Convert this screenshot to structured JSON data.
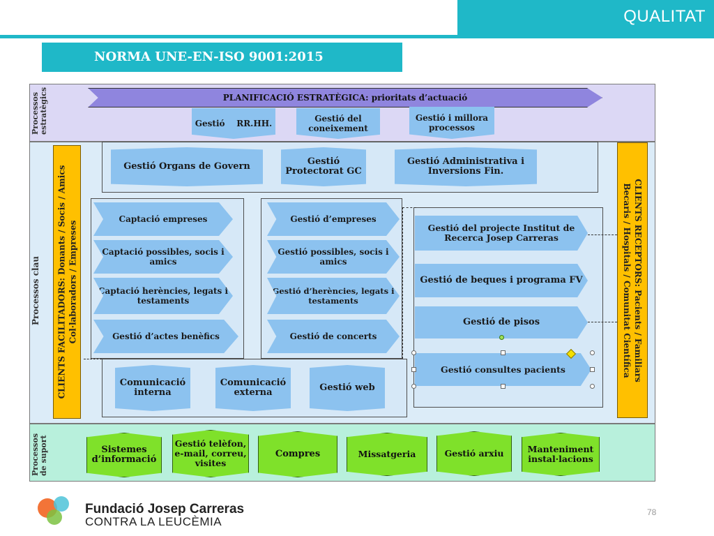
{
  "header": {
    "title": "QUALITAT"
  },
  "norma": {
    "title": "NORMA UNE-EN-ISO 9001:2015"
  },
  "bands": {
    "strategic_label": "Processos\nestratègics",
    "key_label": "Processos clau",
    "support_label": "Processos\nde suport"
  },
  "strategic": {
    "planning": "PLANIFICACIÓ ESTRATÈGICA: prioritats d’actuació",
    "items": [
      "Gestió    RR.HH.",
      "Gestió del coneixement",
      "Gestió i millora processos"
    ]
  },
  "governance": [
    "Gestió Organs de Govern",
    "Gestió Protectorat GC",
    "Gestió  Administrativa i Inversions Fin."
  ],
  "capture": [
    "Captació empreses",
    "Captació possibles, socis i amics",
    "Captació herències, legats i testaments",
    "Gestió d’actes benèfics"
  ],
  "management": [
    "Gestió d’empreses",
    "Gestió possibles, socis i amics",
    "Gestió d’herències, legats i testaments",
    "Gestió de concerts"
  ],
  "projects": [
    "Gestió del projecte Institut de Recerca Josep Carreras",
    "Gestió de beques i programa FV",
    "Gestió de pisos",
    "Gestió consultes pacients"
  ],
  "communication": [
    "Comunicació interna",
    "Comunicació externa",
    "Gestió web"
  ],
  "support": [
    "Sistemes d’informació",
    "Gestió telèfon, e-mail, correu, visites",
    "Compres",
    "Missatgeria",
    "Gestió arxiu",
    "Manteniment instal·lacions"
  ],
  "side_left": {
    "line1": "CLIENTS FACILITADORS: Donants / Socis / Amics",
    "line2": "Col·laboradors / Empreses"
  },
  "side_right": {
    "line1": "CLIENTS RECEPTORS: Pacients / Familiars",
    "line2": "Becaris / Hospitals / Comunitat Científica"
  },
  "footer": {
    "org_name": "Fundació Josep Carreras",
    "org_sub": "CONTRA LA LEUCÈMIA",
    "page": "78"
  },
  "colors": {
    "teal": "#1fb8c8",
    "strategic_bg": "#dcd8f5",
    "key_bg": "#dcecf8",
    "support_bg": "#b8f0dc",
    "arrow_blue": "#8cc2ef",
    "support_green": "#7fe12a",
    "client_orange": "#ffc000"
  }
}
